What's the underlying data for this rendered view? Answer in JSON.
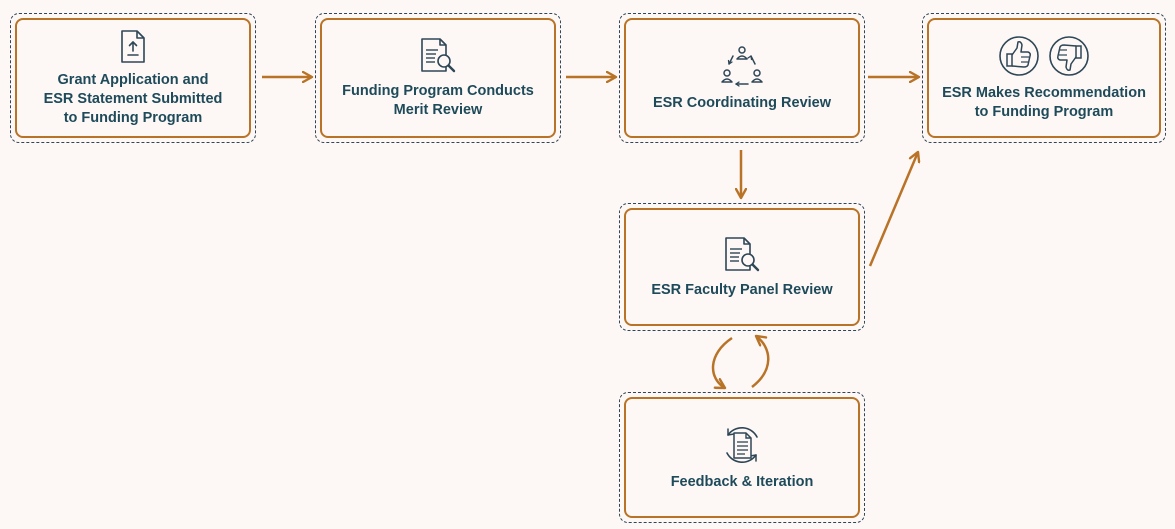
{
  "nodes": {
    "grant_application": {
      "label": "Grant Application and\nESR Statement Submitted\nto Funding Program",
      "icon": "upload-document-icon"
    },
    "merit_review": {
      "label": "Funding Program Conducts\nMerit Review",
      "icon": "document-search-icon"
    },
    "coordinating_review": {
      "label": "ESR Coordinating Review",
      "icon": "people-cycle-icon"
    },
    "recommendation": {
      "label": "ESR Makes Recommendation\nto Funding Program",
      "icon": "thumbs-up-down-icon"
    },
    "faculty_panel": {
      "label": "ESR Faculty Panel Review",
      "icon": "document-search-icon"
    },
    "feedback": {
      "label": "Feedback & Iteration",
      "icon": "document-cycle-icon"
    }
  },
  "colors": {
    "accent": "#b87327",
    "text": "#1e4a5a",
    "icon": "#2e4656",
    "background": "#fdf8f6"
  }
}
